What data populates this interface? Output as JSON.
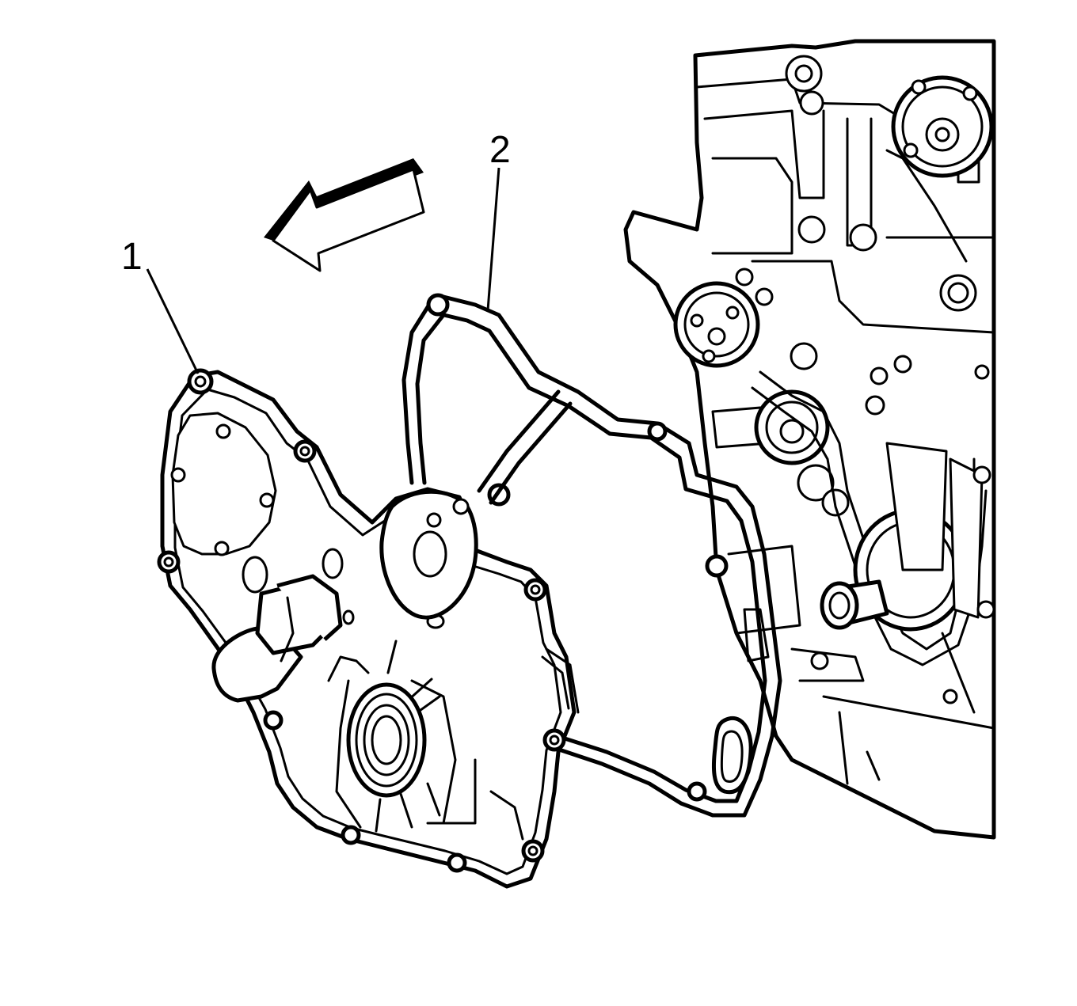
{
  "callouts": [
    {
      "id": "1",
      "label": "1"
    },
    {
      "id": "2",
      "label": "2"
    }
  ],
  "colors": {
    "line": "#000000",
    "background": "#ffffff"
  },
  "icons": [
    "removal-direction-arrow-icon"
  ]
}
